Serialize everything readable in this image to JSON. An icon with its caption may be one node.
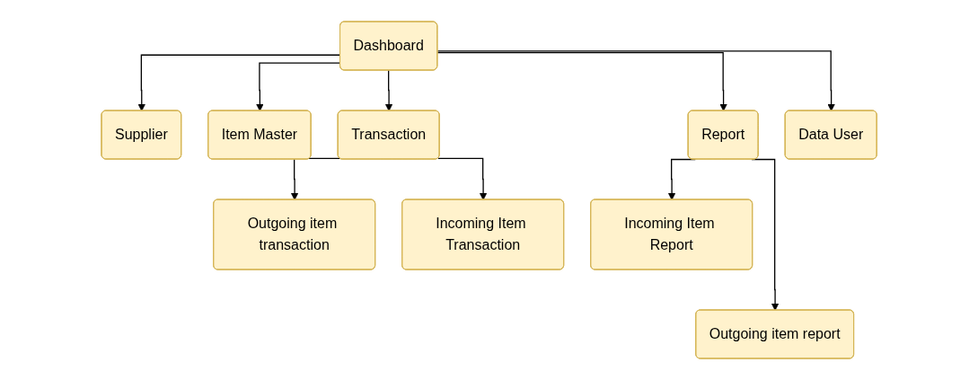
{
  "diagram": {
    "nodes": [
      {
        "text": [
          "Dashboard"
        ]
      },
      {
        "text": [
          "Supplier"
        ]
      },
      {
        "text": [
          "Item Master"
        ]
      },
      {
        "text": [
          "Transaction"
        ]
      },
      {
        "text": [
          "Report"
        ]
      },
      {
        "text": [
          "Data User"
        ]
      },
      {
        "text": [
          "Outgoing item transaction"
        ]
      },
      {
        "text": [
          "Incoming Item Transaction"
        ]
      },
      {
        "text": [
          "Incoming Item Report"
        ]
      },
      {
        "text": [
          "Outgoing item report"
        ]
      }
    ],
    "edges": [
      {
        "from": 0,
        "to": 1,
        "arrow": "to"
      },
      {
        "from": 0,
        "to": 2,
        "arrow": "to"
      },
      {
        "from": 0,
        "to": 3,
        "arrow": "to"
      },
      {
        "from": 0,
        "to": 4,
        "arrow": "to"
      },
      {
        "from": 0,
        "to": 5,
        "arrow": "to"
      },
      {
        "from": 3,
        "to": 6,
        "arrow": "to"
      },
      {
        "from": 3,
        "to": 7,
        "arrow": "to"
      },
      {
        "from": 4,
        "to": 8,
        "arrow": "to"
      },
      {
        "from": 4,
        "to": 9,
        "arrow": "to"
      }
    ]
  }
}
